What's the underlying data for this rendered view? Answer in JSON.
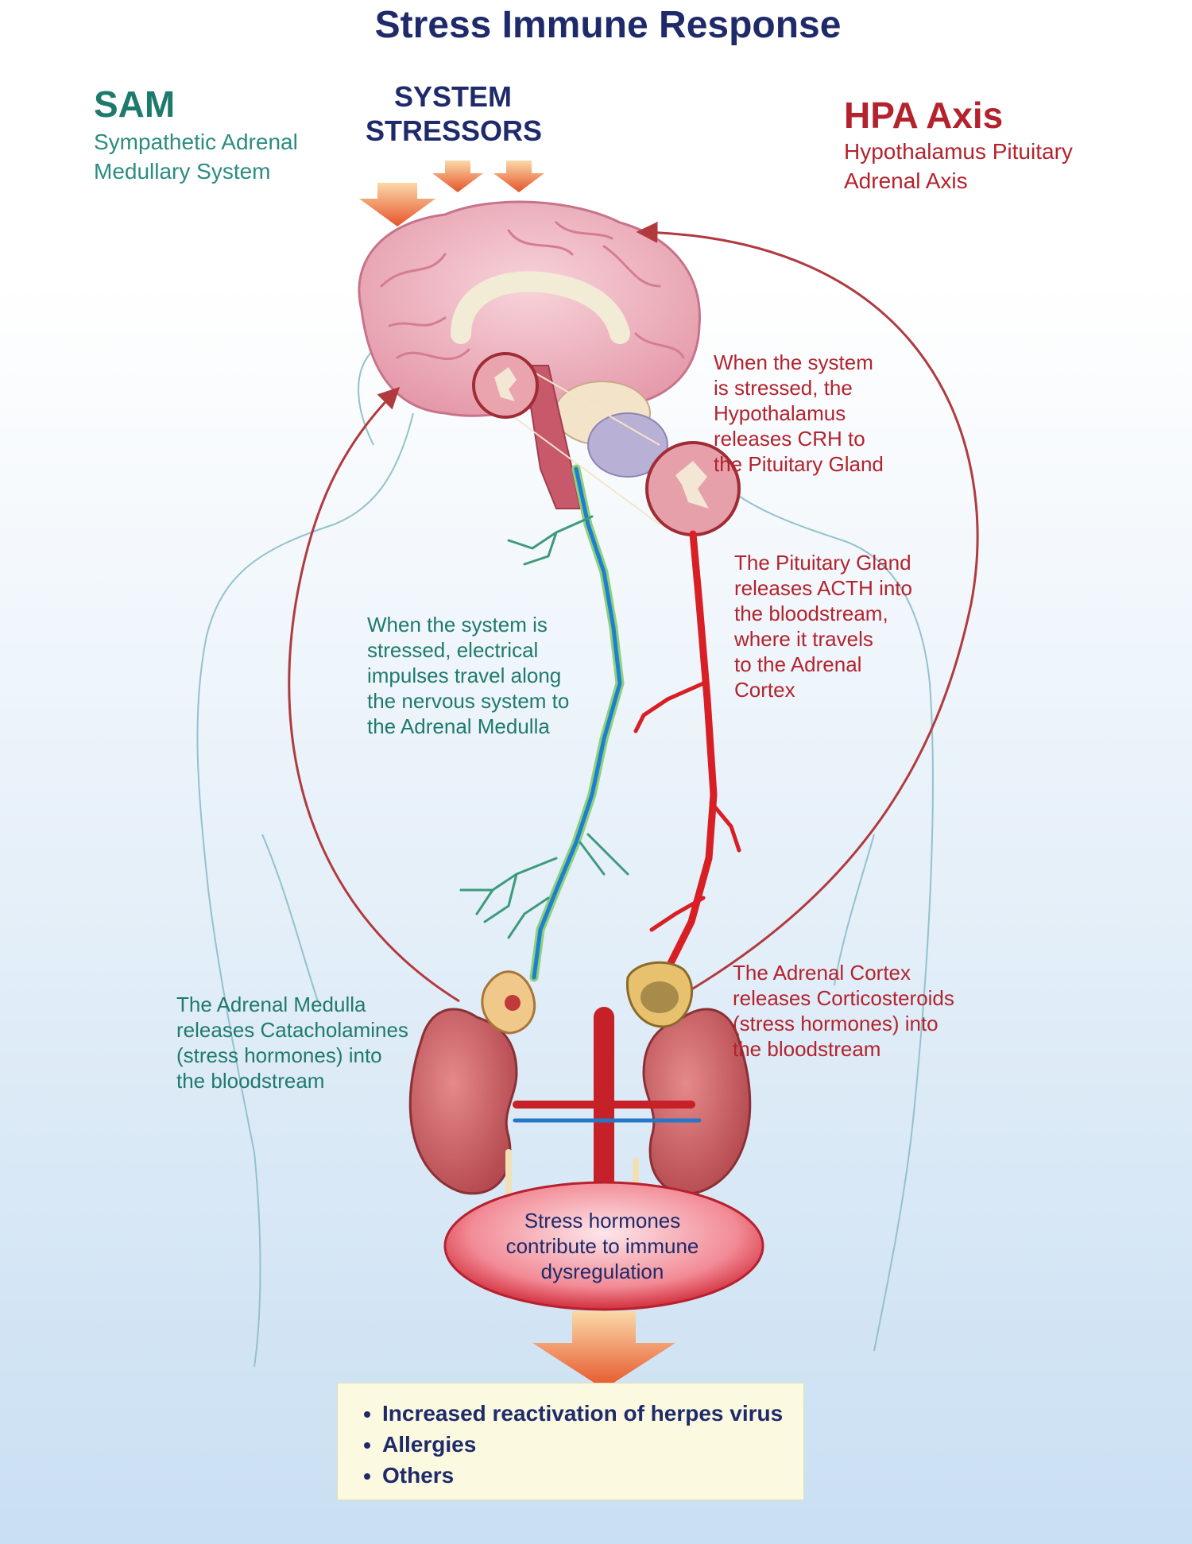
{
  "title": "Stress Immune Response",
  "sam": {
    "heading": "SAM",
    "subtitle": "Sympathetic Adrenal\nMedullary System"
  },
  "stressors": {
    "heading": "SYSTEM\nSTRESSORS"
  },
  "hpa": {
    "heading": "HPA Axis",
    "subtitle": "Hypothalamus Pituitary\nAdrenal Axis"
  },
  "annotations": {
    "hypothalamus": "When the system\nis stressed, the\nHypothalamus\nreleases CRH to\nthe Pituitary Gland",
    "pituitary": "The Pituitary Gland\nreleases ACTH into\nthe bloodstream,\nwhere it travels\nto the Adrenal\nCortex",
    "nervous": "When the system is\nstressed, electrical\nimpulses travel along\nthe nervous system to\nthe Adrenal Medulla",
    "medulla": "The Adrenal Medulla\nreleases Catacholamines\n(stress hormones) into\nthe bloodstream",
    "cortex": "The Adrenal Cortex\nreleases Corticosteroids\n(stress hormones) into\nthe bloodstream"
  },
  "outcome": "Stress hormones\ncontribute to immune\ndysregulation",
  "effects": [
    "Increased reactivation of herpes virus",
    "Allergies",
    "Others"
  ],
  "colors": {
    "title": "#1f2a6b",
    "sam": "#1f7a6e",
    "hpa": "#b3232d",
    "nerve": "#1e7fd0",
    "artery": "#d81f26",
    "brain": "#f0b8c4",
    "kidney": "#c8555a"
  }
}
